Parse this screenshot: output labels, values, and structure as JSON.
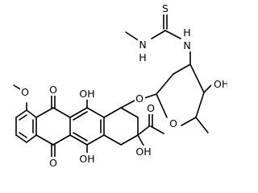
{
  "structure": {
    "atom_labels": {
      "s": "S",
      "nh_left": "H",
      "n_left": "N",
      "nh_right": "H",
      "n_right": "N",
      "o_methoxy": "O",
      "o_quinone_top": "O",
      "o_quinone_bottom": "O",
      "oh_ring_top": "OH",
      "oh_ring_bottom": "OH",
      "o_glycosidic": "O",
      "o_sugar_ring": "O",
      "oh_sugar": "OH",
      "o_acetyl": "O",
      "oh_tertiary": "OH"
    }
  }
}
